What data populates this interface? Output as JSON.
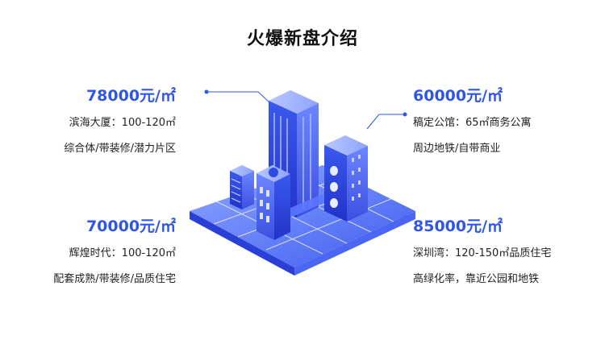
{
  "title": "火爆新盘介绍",
  "colors": {
    "accent": "#2f56e6",
    "text": "#222222"
  },
  "listings": [
    {
      "price": "78000元/㎡",
      "detail1": "滨海大厦：100-120㎡",
      "detail2": "综合体/带装修/潜力片区"
    },
    {
      "price": "60000元/㎡",
      "detail1": "稿定公馆：65㎡商务公寓",
      "detail2": "周边地铁/自带商业"
    },
    {
      "price": "70000元/㎡",
      "detail1": "辉煌时代：100-120㎡",
      "detail2": "配套成熟/带装修/品质住宅"
    },
    {
      "price": "85000元/㎡",
      "detail1": "深圳湾：120-150㎡品质住宅",
      "detail2": "高绿化率，靠近公园和地铁"
    }
  ]
}
